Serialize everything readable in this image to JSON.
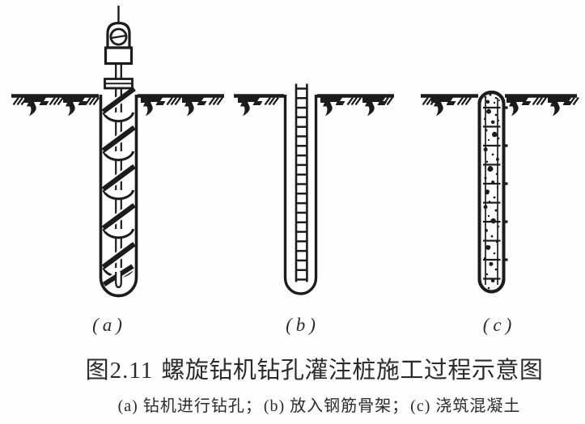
{
  "figure": {
    "title_prefix": "图2.11",
    "title_text": "螺旋钻机钻孔灌注桩施工过程示意图",
    "caption_parts": [
      "(a) 钻机进行钻孔；",
      "(b) 放入钢筋骨架；",
      "(c) 浇筑混凝土"
    ],
    "panels": [
      {
        "label": "(a)"
      },
      {
        "label": "(b)"
      },
      {
        "label": "(c)"
      }
    ],
    "colors": {
      "ink": "#1c1c1c",
      "text": "#2b2b2b",
      "background": "#fefefe"
    }
  }
}
